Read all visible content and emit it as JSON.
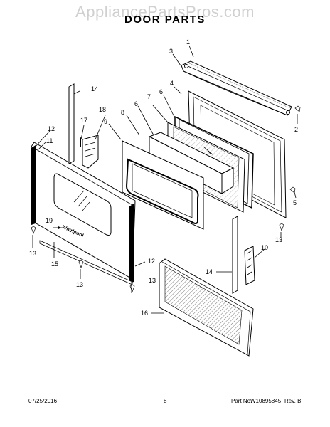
{
  "watermark": "AppliancePartsPros.com",
  "title": "DOOR PARTS",
  "footer": {
    "date": "07/25/2016",
    "page": "8",
    "part_label": "Part No.",
    "part_no": "W10895845",
    "rev": "Rev. B"
  },
  "callouts": {
    "c1": "1",
    "c2": "2",
    "c3": "3",
    "c4": "4",
    "c5": "5",
    "c6a": "6",
    "c6b": "6",
    "c7": "7",
    "c8": "8",
    "c9": "9",
    "c10": "10",
    "c11": "11",
    "c12a": "12",
    "c12b": "12",
    "c13a": "13",
    "c13b": "13",
    "c13c": "13",
    "c13d": "13",
    "c14a": "14",
    "c14b": "14",
    "c15": "15",
    "c16": "16",
    "c17": "17",
    "c18": "18",
    "c19": "19"
  },
  "brand_mark": "Whirlpool"
}
